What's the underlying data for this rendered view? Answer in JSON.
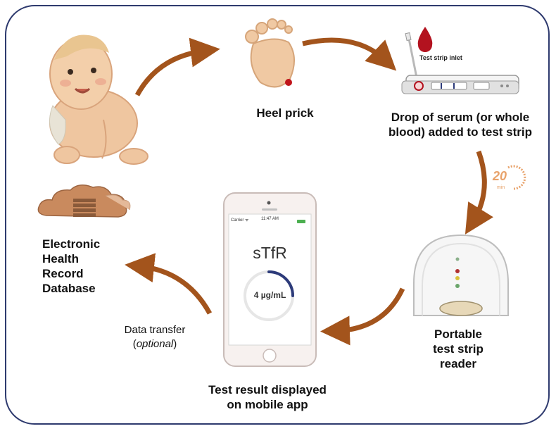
{
  "labels": {
    "heel_prick": "Heel prick",
    "drop_line1": "Drop of serum (or whole",
    "drop_line2": "blood) added to test strip",
    "reader_line1": "Portable",
    "reader_line2": "test strip",
    "reader_line3": "reader",
    "result_line1": "Test result displayed",
    "result_line2": "on mobile app",
    "ehr_line1": "Electronic",
    "ehr_line2": "Health",
    "ehr_line3": "Record",
    "ehr_line4": "Database",
    "transfer_line1": "Data transfer",
    "transfer_line2": "optional",
    "transfer_open": "(",
    "transfer_close": ")"
  },
  "test_strip": {
    "inlet_label": "Test strip inlet"
  },
  "timer": {
    "value": "20",
    "unit": "min"
  },
  "phone": {
    "carrier": "Carrier ᯤ",
    "time": "11:47 AM",
    "analyte": "sTfR",
    "result": "4 µg/mL",
    "gauge_fraction": 0.25
  },
  "colors": {
    "arrow": "#a3541c",
    "frame": "#2e3a6e",
    "skin": "#f0c9a3",
    "gauge": "#2d3b7a",
    "cloud": "#c98a5e"
  },
  "icons": {
    "baby": "baby-illustration",
    "foot": "foot-icon",
    "drop": "blood-drop-icon",
    "strip": "test-strip-icon",
    "timer": "timer-icon",
    "reader": "strip-reader-icon",
    "phone": "smartphone-icon",
    "cloud": "cloud-database-icon"
  }
}
